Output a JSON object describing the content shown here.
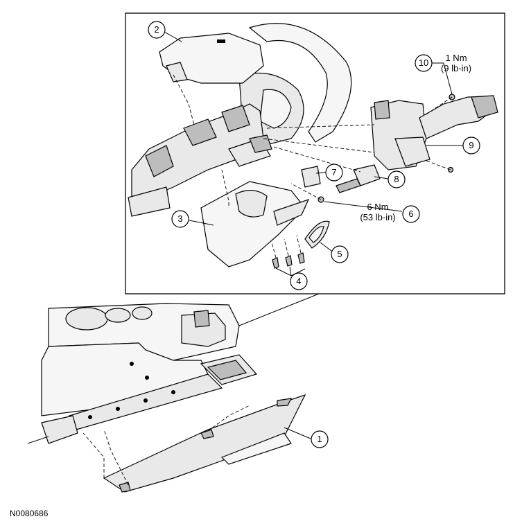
{
  "figure_id": "N0080686",
  "callouts": [
    {
      "label": "1"
    },
    {
      "label": "2"
    },
    {
      "label": "3"
    },
    {
      "label": "4"
    },
    {
      "label": "5"
    },
    {
      "label": "6"
    },
    {
      "label": "7"
    },
    {
      "label": "8"
    },
    {
      "label": "9"
    },
    {
      "label": "10"
    }
  ],
  "torque_specs": {
    "spec_6": {
      "line1": "6 Nm",
      "line2": "(53 lb-in)"
    },
    "spec_10": {
      "line1": "1 Nm",
      "line2": "(9 lb-in)"
    }
  }
}
